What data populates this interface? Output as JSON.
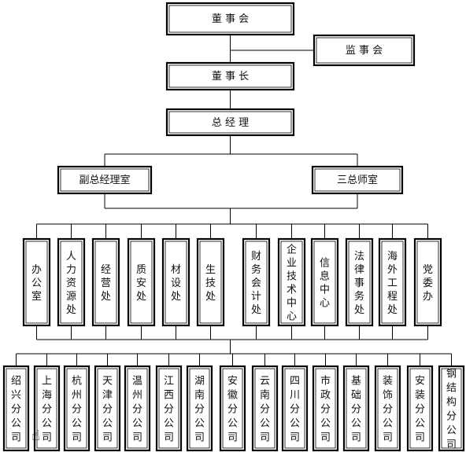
{
  "org_chart": {
    "board": "董 事 会",
    "supervisory_board": "监 事 会",
    "chairman": "董 事 长",
    "general_manager": "总 经 理",
    "deputy_gm_office": "副总经理室",
    "chief_engineer_office": "三总师室",
    "departments": [
      "办公室",
      "人力资源处",
      "经营处",
      "质安处",
      "材设处",
      "生技处",
      "财务会计处",
      "企业技术中心",
      "信息中心",
      "法律事务处",
      "海外工程处",
      "党委办"
    ],
    "branches": [
      "绍兴分公司",
      "上海分公司",
      "杭州分公司",
      "天津分公司",
      "温州分公司",
      "江西分公司",
      "湖南分公司",
      "安徽分公司",
      "云南分公司",
      "四川分公司",
      "市政分公司",
      "基础分公司",
      "装饰分公司",
      "安装分公司",
      "钢结构分公司"
    ]
  },
  "icons": {
    "cursor": "hand-pointer-icon"
  }
}
